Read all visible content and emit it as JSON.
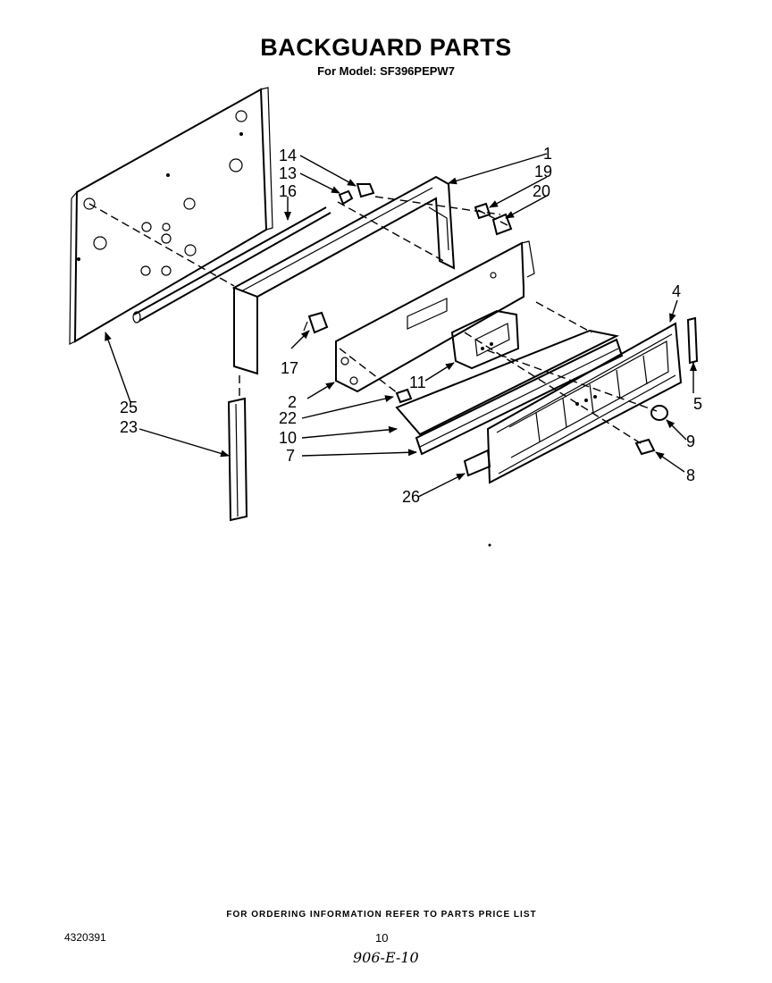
{
  "header": {
    "title": "BACKGUARD PARTS",
    "subtitle": "For Model: SF396PEPW7"
  },
  "diagram": {
    "callouts": {
      "p1": "1",
      "p2": "2",
      "p4": "4",
      "p5": "5",
      "p7": "7",
      "p8": "8",
      "p9": "9",
      "p10": "10",
      "p11": "11",
      "p13": "13",
      "p14": "14",
      "p16": "16",
      "p17": "17",
      "p19": "19",
      "p20": "20",
      "p22": "22",
      "p23": "23",
      "p25": "25",
      "p26": "26"
    }
  },
  "footer": {
    "ordering_note": "FOR ORDERING INFORMATION REFER TO PARTS PRICE LIST",
    "doc_number": "4320391",
    "page_number": "10",
    "handwritten_code": "906-E-10"
  }
}
